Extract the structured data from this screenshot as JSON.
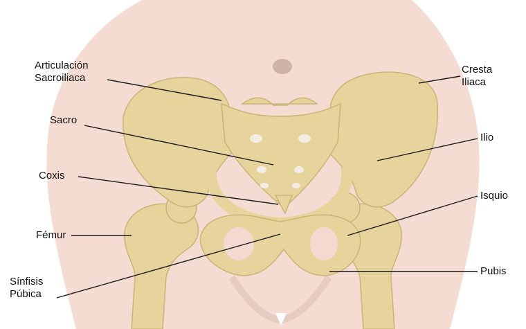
{
  "labels": {
    "sacroiliaca": {
      "line1": "Articulación",
      "line2": "Sacroiliaca"
    },
    "cresta": {
      "line1": "Cresta",
      "line2": "Iliaca"
    },
    "sacro": "Sacro",
    "ilio": "Ilio",
    "coxis": "Coxis",
    "isquio": "Isquio",
    "femur": "Fémur",
    "pubis": "Pubis",
    "sinfisis": {
      "line1": "Sínfisis",
      "line2": "Púbica"
    }
  },
  "colors": {
    "skin": "#f4dcd2",
    "bone": "#e6d49c",
    "bone_shade": "#c9b475",
    "leader": "#1a1a1a"
  }
}
